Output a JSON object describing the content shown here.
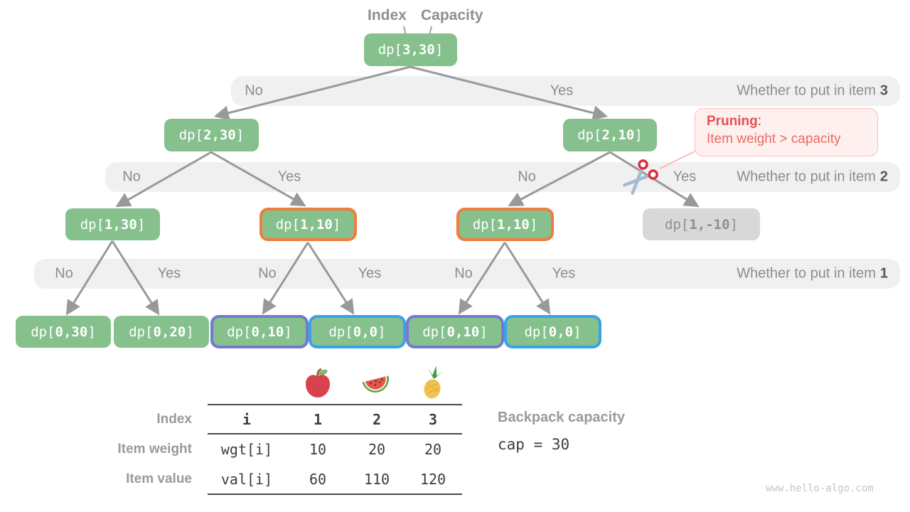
{
  "pointer_labels": {
    "index": "Index",
    "capacity": "Capacity"
  },
  "tree": {
    "nodes": [
      {
        "pre": "dp[",
        "args": "3,30",
        "post": "]",
        "style": "green"
      },
      {
        "pre": "dp[",
        "args": "2,30",
        "post": "]",
        "style": "green"
      },
      {
        "pre": "dp[",
        "args": "2,10",
        "post": "]",
        "style": "green"
      },
      {
        "pre": "dp[",
        "args": "1,30",
        "post": "]",
        "style": "green"
      },
      {
        "pre": "dp[",
        "args": "1,10",
        "post": "]",
        "style": "orange-highlight"
      },
      {
        "pre": "dp[",
        "args": "1,10",
        "post": "]",
        "style": "orange-highlight"
      },
      {
        "pre": "dp[",
        "args": "1,-10",
        "post": "]",
        "style": "gray-pruned"
      },
      {
        "pre": "dp[",
        "args": "0,30",
        "post": "]",
        "style": "green"
      },
      {
        "pre": "dp[",
        "args": "0,20",
        "post": "]",
        "style": "green"
      },
      {
        "pre": "dp[",
        "args": "0,10",
        "post": "]",
        "style": "purple-highlight"
      },
      {
        "pre": "dp[",
        "args": "0,0",
        "post": "]",
        "style": "blue-highlight"
      },
      {
        "pre": "dp[",
        "args": "0,10",
        "post": "]",
        "style": "purple-highlight"
      },
      {
        "pre": "dp[",
        "args": "0,0",
        "post": "]",
        "style": "blue-highlight"
      }
    ],
    "bands": [
      {
        "decisions": [
          "No",
          "Yes"
        ],
        "question": "Whether to put in item",
        "item": "3"
      },
      {
        "decisions": [
          "No",
          "Yes",
          "No",
          "Yes"
        ],
        "question": "Whether to put in item",
        "item": "2"
      },
      {
        "decisions": [
          "No",
          "Yes",
          "No",
          "Yes",
          "No",
          "Yes"
        ],
        "question": "Whether to put in item",
        "item": "1"
      }
    ]
  },
  "pruning": {
    "title": "Pruning",
    "colon": ":",
    "text": "Item weight > capacity"
  },
  "icons": {
    "scissors": "scissors-cut",
    "fruits": [
      "apple",
      "watermelon",
      "pineapple"
    ]
  },
  "table": {
    "rows": [
      {
        "label": "Index",
        "cells": [
          "i",
          "1",
          "2",
          "3"
        ]
      },
      {
        "label": "Item weight",
        "cells": [
          "wgt[i]",
          "10",
          "20",
          "20"
        ]
      },
      {
        "label": "Item value",
        "cells": [
          "val[i]",
          "60",
          "110",
          "120"
        ]
      }
    ]
  },
  "capacity_panel": {
    "label": "Backpack capacity",
    "value": "cap = 30"
  },
  "watermark": "www.hello-algo.com",
  "colors": {
    "node_green": "#85c08d",
    "node_gray_bg": "#d8d8d8",
    "highlight_orange": "#ef7d3d",
    "highlight_purple": "#7479d0",
    "highlight_blue": "#3aa2e9",
    "band_bg": "#f0f0f1",
    "pruning_red": "#e5504e",
    "arrow_gray": "#999999"
  }
}
